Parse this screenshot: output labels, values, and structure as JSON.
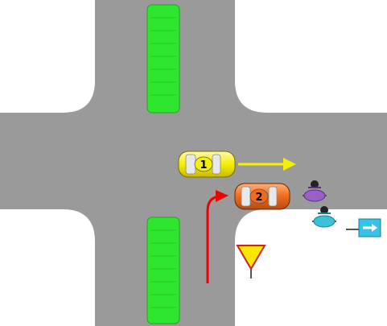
{
  "scene": {
    "description_free": true,
    "colors": {
      "road": "#9a9a9a",
      "background": "#ffffff",
      "median": "#2ee62e",
      "median_stripe": "#27c427",
      "car1_body": "#f5f000",
      "car2_body": "#f06a1c",
      "arrow_yellow": "#f5f000",
      "arrow_red": "#ee0000",
      "yield_sign": "#f8e800",
      "direction_sign": "#35c4e8",
      "cyclist_purple": "#9b5fc8",
      "cyclist_cyan": "#39c2d8"
    },
    "cars": [
      {
        "id": "car-1",
        "label": "1",
        "color_key": "car1_body",
        "heading": "east"
      },
      {
        "id": "car-2",
        "label": "2",
        "color_key": "car2_body",
        "heading": "east"
      }
    ],
    "arrows": [
      {
        "id": "arrow-car-1",
        "color_key": "arrow_yellow",
        "kind": "straight-east"
      },
      {
        "id": "arrow-car-2",
        "color_key": "arrow_red",
        "kind": "turn-right-then-east"
      }
    ],
    "signs": [
      {
        "id": "yield-sign",
        "icon": "yield-triangle-icon"
      },
      {
        "id": "direction-sign",
        "icon": "arrow-right-icon"
      }
    ],
    "cyclists": [
      {
        "id": "cyclist-purple",
        "color_key": "cyclist_purple"
      },
      {
        "id": "cyclist-cyan",
        "color_key": "cyclist_cyan"
      }
    ]
  }
}
